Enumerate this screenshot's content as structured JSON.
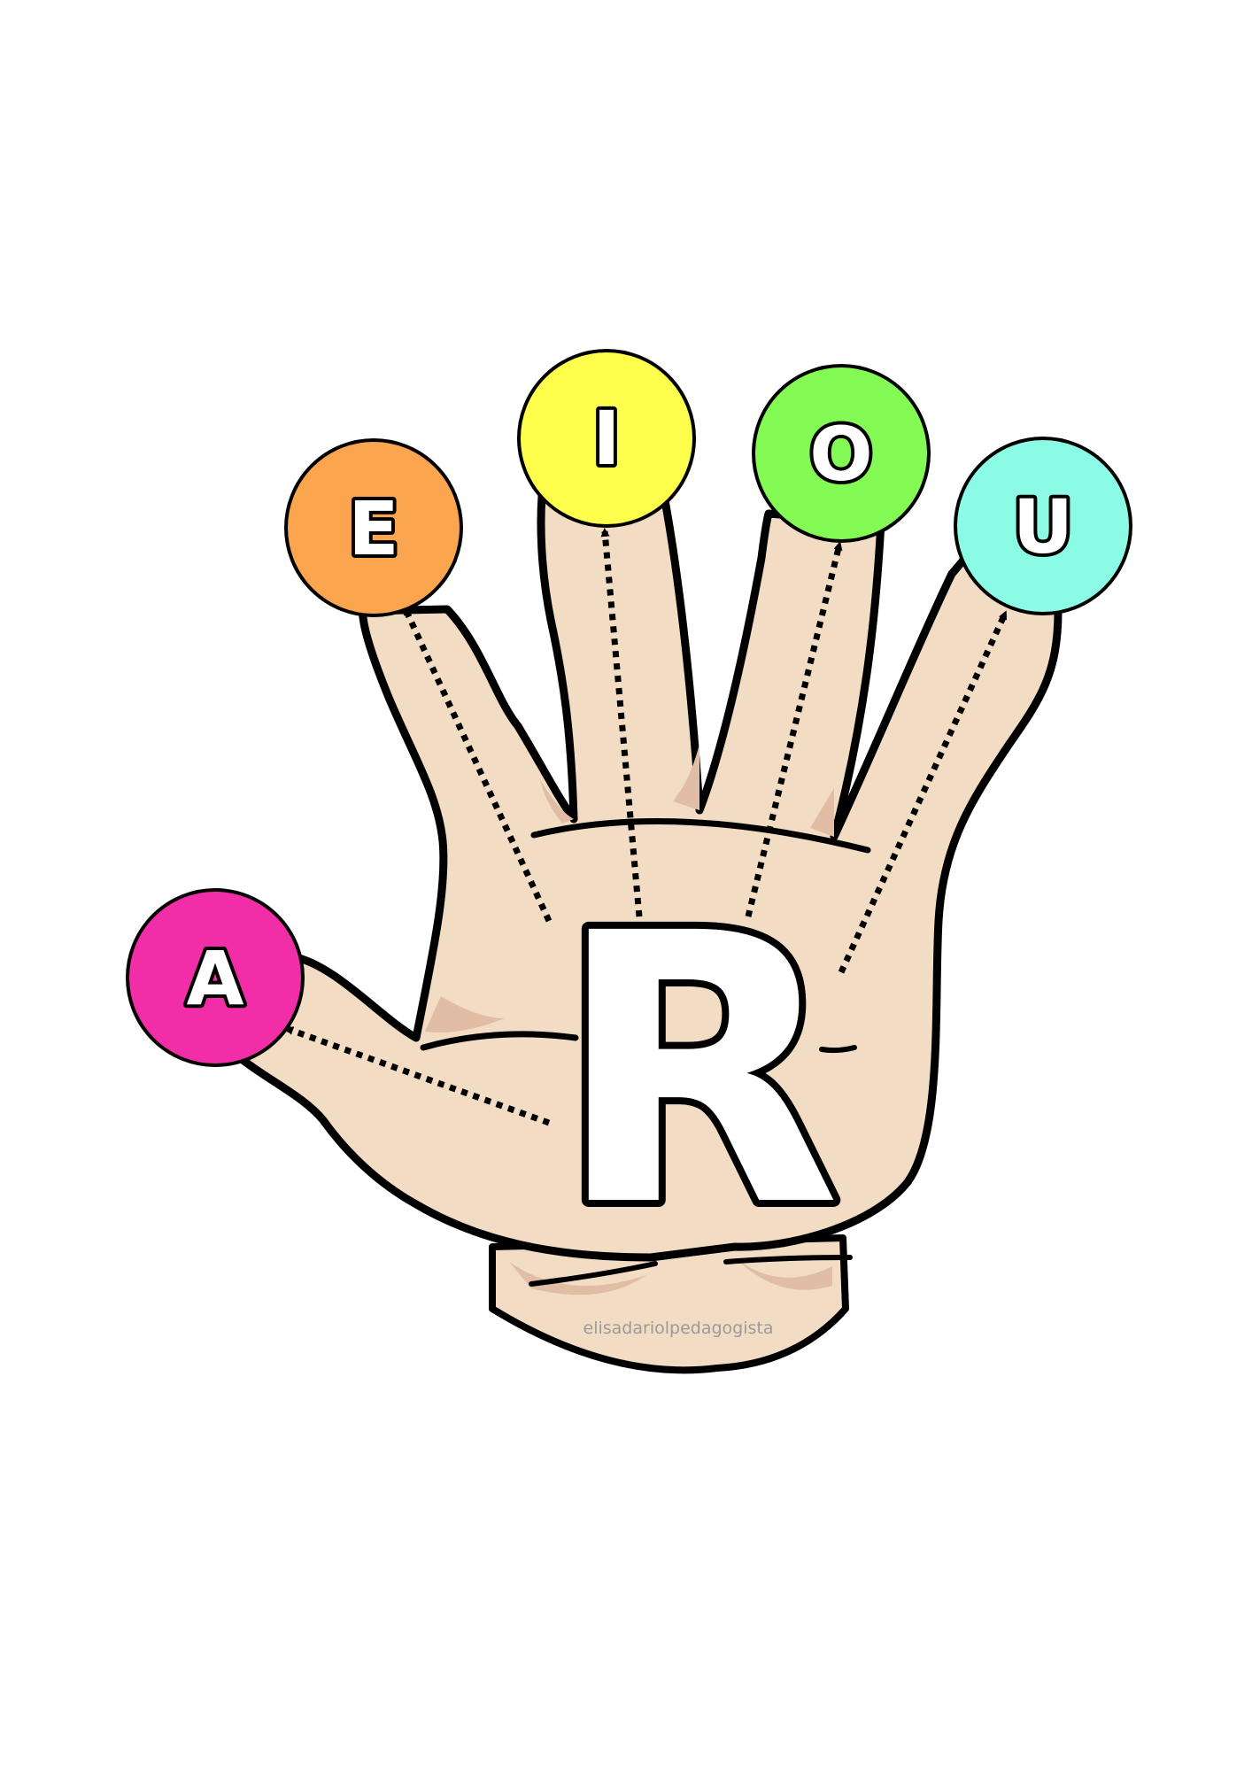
{
  "main_letter": "R",
  "vowels": [
    {
      "letter": "A",
      "color": "#F22DA8"
    },
    {
      "letter": "E",
      "color": "#FBA64E"
    },
    {
      "letter": "I",
      "color": "#FEFE4C"
    },
    {
      "letter": "O",
      "color": "#84FB55"
    },
    {
      "letter": "U",
      "color": "#8BFBE6"
    }
  ],
  "watermark": "elisadariolpedagogista",
  "colors": {
    "skin": "#F3DCC4",
    "skin_shadow": "#E2BDA6",
    "outline": "#000000"
  }
}
